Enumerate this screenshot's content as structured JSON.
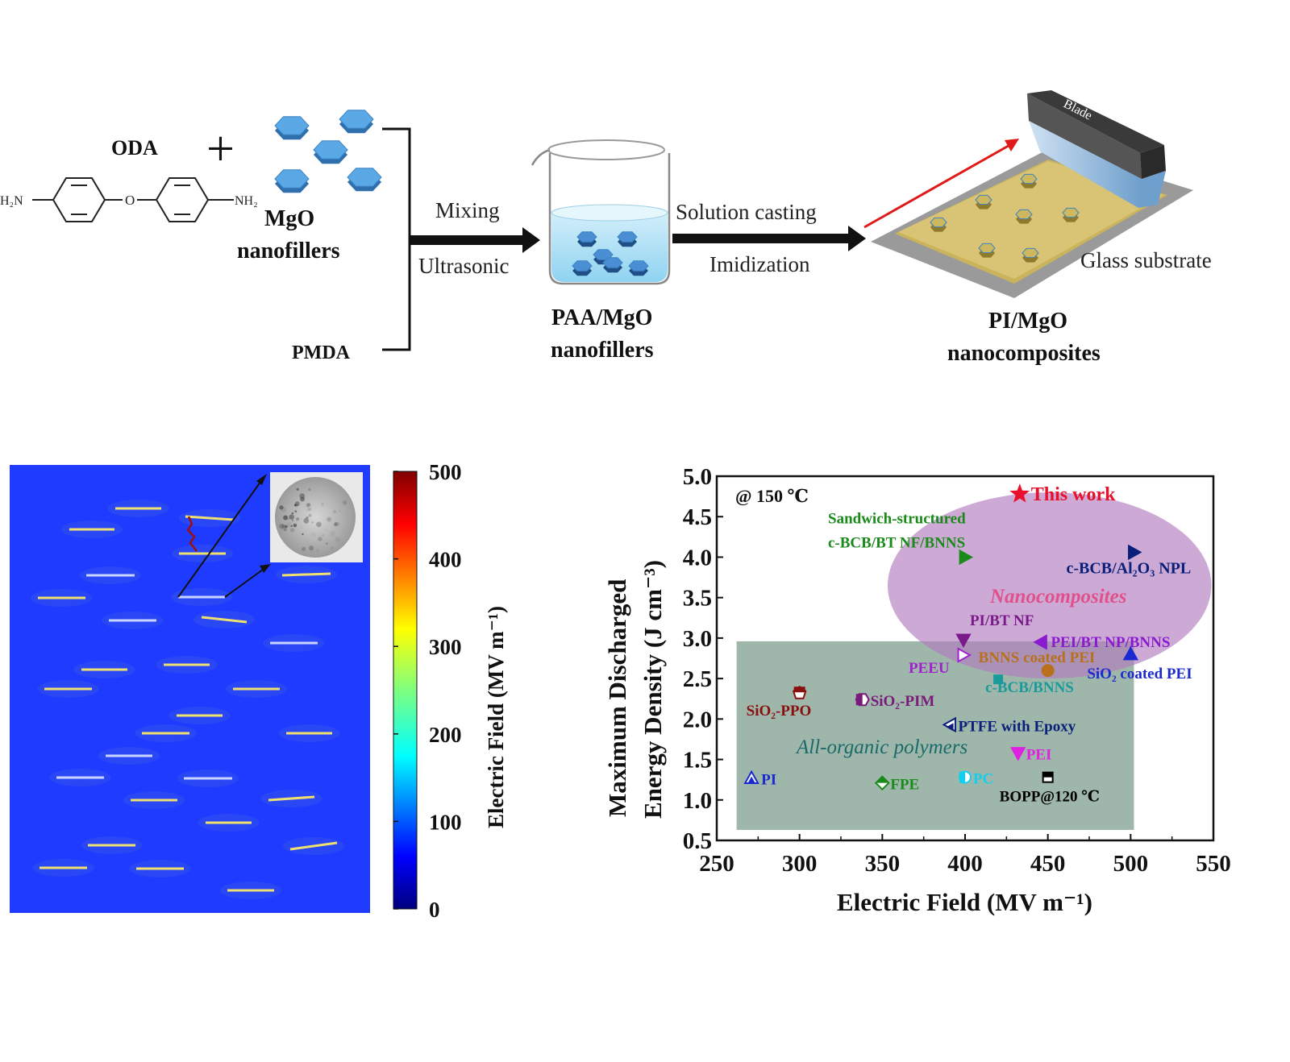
{
  "scheme": {
    "oda_label": "ODA",
    "plus_sign": "+",
    "h2n_label": "H₂N",
    "nh2_label": "NH₂",
    "o_label": "O",
    "mgo_label": "MgO",
    "nanofillers_label": "nanofillers",
    "pmda_label": "PMDA",
    "mixing_label": "Mixing",
    "ultrasonic_label": "Ultrasonic",
    "paa_label": "PAA/MgO",
    "paa_sub_label": "nanofillers",
    "casting_label": "Solution casting",
    "imidization_label": "Imidization",
    "blade_label": "Blade",
    "glass_label": "Glass substrate",
    "pi_label": "PI/MgO",
    "pi_sub_label": "nanocomposites",
    "colors": {
      "hexagon": "#5aa8e6",
      "film": "#d9c374",
      "blade": "#8fb7dc",
      "arrow": "#e01919"
    }
  },
  "field_map": {
    "colorbar_title": "Electric Field (MV m⁻¹)",
    "colorbar_ticks": [
      "500",
      "400",
      "300",
      "200",
      "100",
      "0"
    ],
    "colorbar_range": [
      0,
      500
    ],
    "background_color": "#1f3bff"
  },
  "chart_data": {
    "type": "scatter",
    "xlabel": "Electric Field (MV m⁻¹)",
    "ylabel_line1": "Maximum Discharged",
    "ylabel_line2": "Energy Density (J cm⁻³)",
    "xlim": [
      250,
      550
    ],
    "ylim": [
      0.5,
      5.0
    ],
    "x_ticks": [
      "250",
      "300",
      "350",
      "400",
      "450",
      "500",
      "550"
    ],
    "y_ticks": [
      "0.5",
      "1.0",
      "1.5",
      "2.0",
      "2.5",
      "3.0",
      "3.5",
      "4.0",
      "4.5",
      "5.0"
    ],
    "condition_label": "@ 150 ℃",
    "region_labels": {
      "organic": "All-organic polymers",
      "nano": "Nanocomposites"
    },
    "points": [
      {
        "label": "This work",
        "x": 433,
        "y": 4.78,
        "marker": "star",
        "color": "#e8102a"
      },
      {
        "label": "Sandwich-structured",
        "label2": "c-BCB/BT NF/BNNS",
        "x": 400,
        "y": 4.0,
        "marker": "tri-right",
        "color": "#1a8a1a"
      },
      {
        "label": "c-BCB/Al₂O₃ NPL",
        "x": 502,
        "y": 4.06,
        "marker": "tri-right",
        "color": "#0a1f7a"
      },
      {
        "label": "PI/BT NF",
        "x": 399,
        "y": 2.98,
        "marker": "tri-down",
        "color": "#7a1a8a"
      },
      {
        "label": "PEEU",
        "x": 399,
        "y": 2.79,
        "marker": "tri-right-open",
        "color": "#a020d0"
      },
      {
        "label": "BNNS coated PEI",
        "x": 450,
        "y": 2.6,
        "marker": "circle",
        "color": "#b8701a"
      },
      {
        "label": "PEI/BT NP/BNNS",
        "x": 446,
        "y": 2.95,
        "marker": "tri-left",
        "color": "#8a1ad0"
      },
      {
        "label": "SiO₂ coated PEI",
        "x": 500,
        "y": 2.8,
        "marker": "tri-up",
        "color": "#1a2ad0"
      },
      {
        "label": "c-BCB/BNNS",
        "x": 420,
        "y": 2.49,
        "marker": "square",
        "color": "#1a9a9a"
      },
      {
        "label": "SiO₂-PPO",
        "x": 300,
        "y": 2.32,
        "marker": "pentagon-half",
        "color": "#8a1010"
      },
      {
        "label": "SiO₂-PIM",
        "x": 338,
        "y": 2.24,
        "marker": "hexagon-half",
        "color": "#7a1a7a"
      },
      {
        "label": "PTFE with Epoxy",
        "x": 391,
        "y": 1.93,
        "marker": "tri-left-half",
        "color": "#0a1f7a"
      },
      {
        "label": "PEI",
        "x": 432,
        "y": 1.58,
        "marker": "tri-down",
        "color": "#e020e0"
      },
      {
        "label": "PC",
        "x": 400,
        "y": 1.28,
        "marker": "circle-half",
        "color": "#10d0f0"
      },
      {
        "label": "BOPP@120 ℃",
        "x": 450,
        "y": 1.28,
        "marker": "square-half",
        "color": "#000000"
      },
      {
        "label": "FPE",
        "x": 350,
        "y": 1.21,
        "marker": "diamond-half",
        "color": "#1a8a1a"
      },
      {
        "label": "PI",
        "x": 271,
        "y": 1.27,
        "marker": "tri-up-half",
        "color": "#1a2ad0"
      }
    ]
  }
}
